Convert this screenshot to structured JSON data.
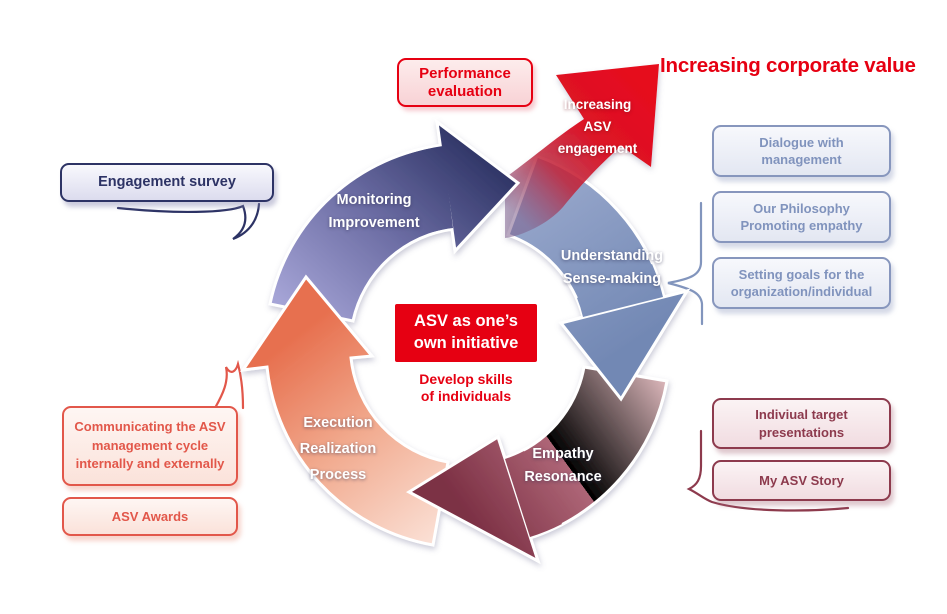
{
  "colors": {
    "brand_red": "#e60012",
    "navy": "#2d3365",
    "steel_blue": "#8295bd",
    "maroon": "#8d3a4d",
    "coral": "#e2574a",
    "lavender": "#a3a2d4",
    "salmon": "#e7795a"
  },
  "heading": {
    "increasing_corporate_value": "Increasing corporate value"
  },
  "branch_arrow": {
    "lines": [
      "Increasing",
      "ASV",
      "engagement"
    ]
  },
  "callouts": {
    "performance_evaluation": {
      "lines": [
        "Performance",
        "evaluation"
      ]
    },
    "engagement_survey": {
      "lines": [
        "Engagement survey"
      ]
    },
    "dialogue_management": {
      "lines": [
        "Dialogue with",
        "management"
      ]
    },
    "philosophy_empathy": {
      "lines": [
        "Our Philosophy",
        "Promoting empathy"
      ]
    },
    "setting_goals": {
      "lines": [
        "Setting goals for the",
        "organization/individual"
      ]
    },
    "individual_target": {
      "lines": [
        "Indiviual target",
        "presentations"
      ]
    },
    "my_asv_story": {
      "lines": [
        "My ASV Story"
      ]
    },
    "communicating_asv": {
      "lines": [
        "Communicating the ASV",
        "management cycle",
        "internally and externally"
      ]
    },
    "asv_awards": {
      "lines": [
        "ASV Awards"
      ]
    }
  },
  "center": {
    "main": {
      "lines": [
        "ASV as one’s",
        "own initiative"
      ]
    },
    "sub": {
      "lines": [
        "Develop skills",
        "of individuals"
      ]
    }
  },
  "cycle_stages": {
    "monitoring": {
      "lines": [
        "Monitoring",
        "Improvement"
      ]
    },
    "understanding": {
      "lines": [
        "Understanding",
        "Sense-making"
      ]
    },
    "empathy": {
      "lines": [
        "Empathy",
        "Resonance"
      ]
    },
    "execution": {
      "lines": [
        "Execution",
        "Realization",
        "Process"
      ]
    }
  }
}
